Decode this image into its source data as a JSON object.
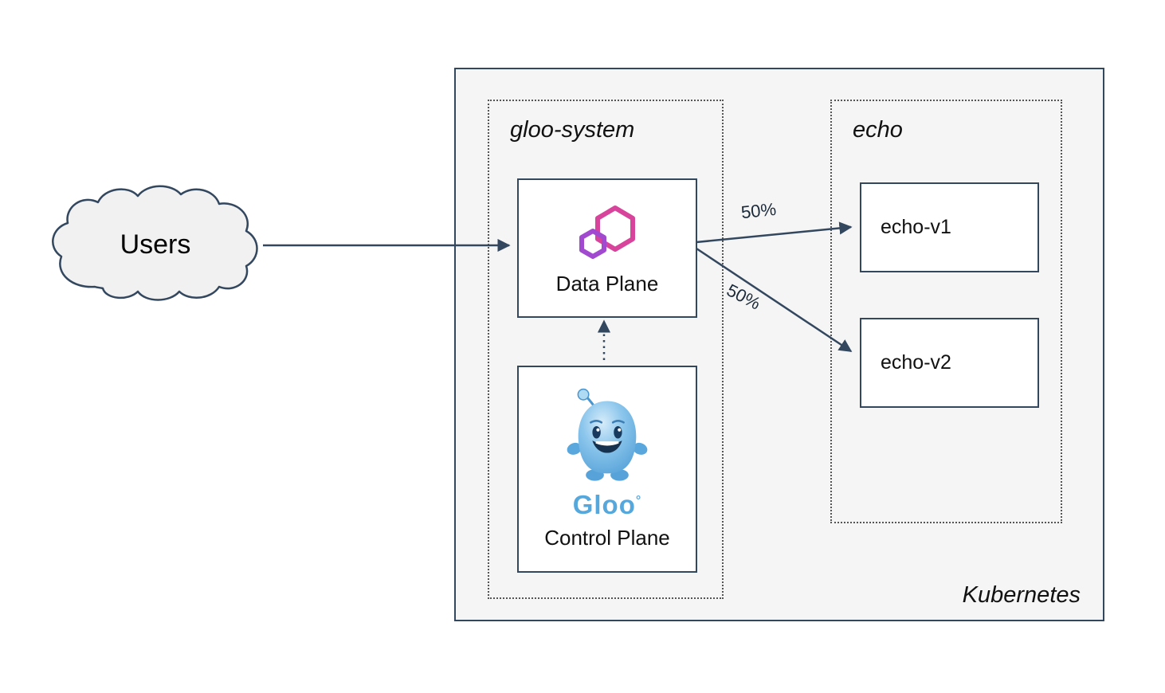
{
  "diagram": {
    "nodes": {
      "users": {
        "label": "Users",
        "shape": "cloud"
      },
      "kubernetes": {
        "label": "Kubernetes",
        "shape": "container"
      },
      "gloo_system": {
        "label": "gloo-system",
        "shape": "dotted-group"
      },
      "echo_namespace": {
        "label": "echo",
        "shape": "dotted-group"
      },
      "data_plane": {
        "label": "Data Plane",
        "icon": "gloo-hexagons-icon"
      },
      "control_plane": {
        "label": "Control Plane",
        "icon": "gloo-mascot-icon",
        "wordmark": "Gloo",
        "wordmark_mark": "°"
      },
      "echo_v1": {
        "label": "echo-v1"
      },
      "echo_v2": {
        "label": "echo-v2"
      }
    },
    "edges": [
      {
        "from": "users",
        "to": "data_plane",
        "style": "solid",
        "label": ""
      },
      {
        "from": "data_plane",
        "to": "echo_v1",
        "style": "solid",
        "label": "50%"
      },
      {
        "from": "data_plane",
        "to": "echo_v2",
        "style": "solid",
        "label": "50%"
      },
      {
        "from": "control_plane",
        "to": "data_plane",
        "style": "dotted",
        "label": ""
      }
    ]
  },
  "icons": {
    "gloo_hexagons_icon": "two overlapping hexagon outlines (pink + purple)",
    "gloo_mascot_icon": "blue blob mascot with antenna and smile"
  },
  "colors": {
    "stroke_dark": "#33475f",
    "kubernetes_bg": "#f5f5f5",
    "node_bg": "#ffffff",
    "dotted_border": "#555555",
    "gloo_pink": "#d8439c",
    "gloo_purple": "#a14ad0",
    "mascot_blue": "#6fb5e6",
    "wordmark_blue": "#56a8dc",
    "text": "#111111"
  }
}
